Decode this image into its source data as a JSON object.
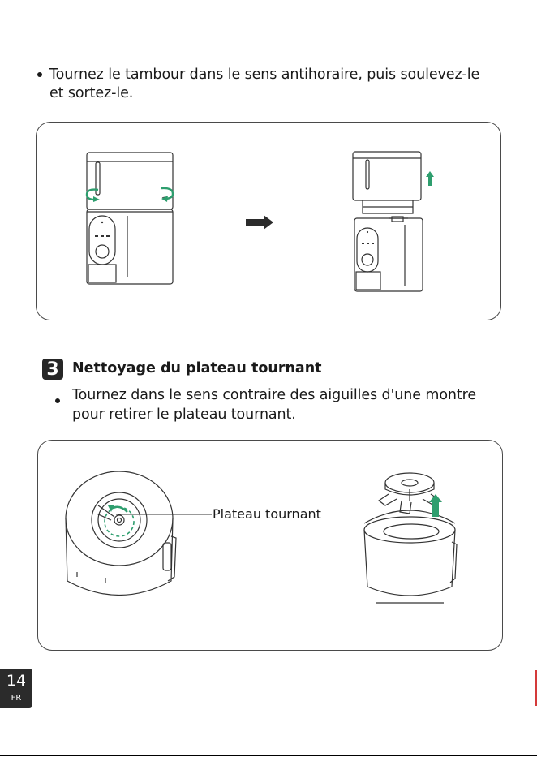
{
  "step2": {
    "instruction_line1": "Tournez le tambour dans le sens antihoraire, puis soulevez-le",
    "instruction_line2": "et sortez-le."
  },
  "step3": {
    "number": "3",
    "title": "Nettoyage du plateau tournant",
    "instruction_line1": "Tournez dans le sens contraire des aiguilles d'une montre",
    "instruction_line2": "pour retirer le plateau tournant.",
    "callout_label": "Plateau tournant"
  },
  "footer": {
    "page_number": "14",
    "language": "FR"
  },
  "colors": {
    "accent_arrow": "#2e9e6e",
    "line": "#333333"
  }
}
